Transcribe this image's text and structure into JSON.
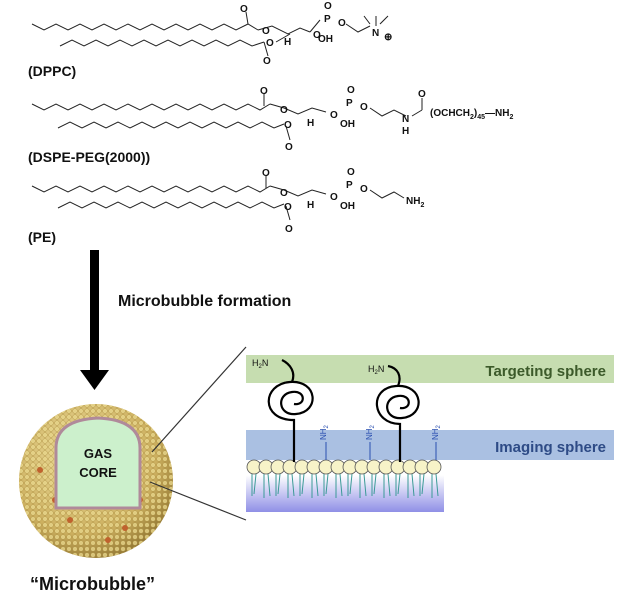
{
  "molecules": [
    {
      "label": "(DPPC)",
      "headgroup": "N",
      "charge": "⊕"
    },
    {
      "label": "(DSPE-PEG(2000))",
      "pegs": "(OCHCH",
      "peg_sub": "2",
      "peg_count": "45",
      "peg_end": "—NH",
      "peg_end_sub": "2",
      "amine": "N",
      "amine_h": "H"
    },
    {
      "label": "(PE)",
      "headgroup": "NH",
      "headgroup_sub": "2"
    }
  ],
  "atoms": {
    "O": "O",
    "OH": "OH",
    "P": "P",
    "H": "H"
  },
  "arrow_label": "Microbubble formation",
  "bubble": {
    "core_line1": "GAS",
    "core_line2": "CORE",
    "caption": "“Microbubble”"
  },
  "spheres": {
    "targeting": "Targeting sphere",
    "imaging": "Imaging sphere"
  },
  "chain_end": {
    "h2n": "H",
    "h2n_sub": "2",
    "h2n_tail": "N",
    "nh2": "NH",
    "nh2_sub": "2"
  },
  "colors": {
    "targeting_band": "#c6ddb0",
    "imaging_band": "#aac0e2",
    "gas_core": "#ccf0cc",
    "shell": "#d8c57a",
    "lipid_tail": "#3a9a96"
  }
}
